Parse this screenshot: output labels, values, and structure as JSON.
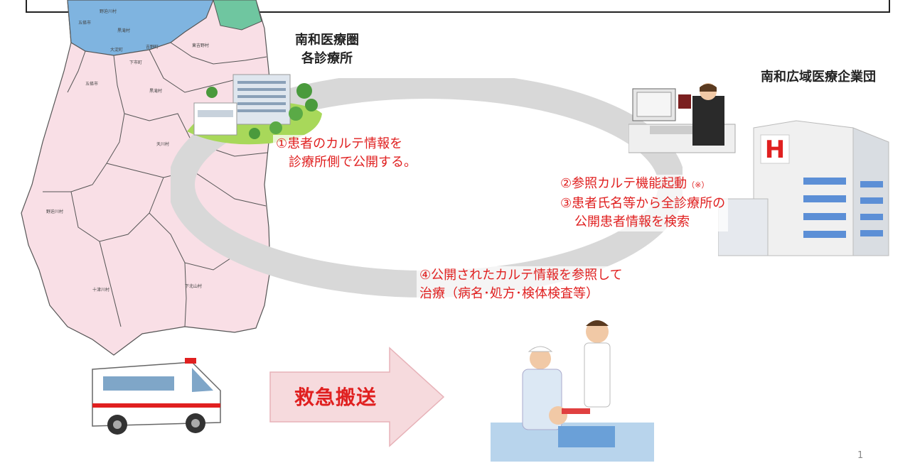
{
  "labels": {
    "clinics": [
      "南和医療圏",
      "各診療所"
    ],
    "enterprise": "南和広域医療企業団"
  },
  "steps": {
    "step1": [
      "①患者のカルテ情報を",
      "診療所側で公開する。"
    ],
    "step2": "②参照カルテ機能起動",
    "step2_note": "（※）",
    "step3": [
      "③患者氏名等から全診療所の",
      "公開患者情報を検索"
    ],
    "step4": [
      "④公開されたカルテ情報を参照して",
      "治療（病名･処方･検体検査等）"
    ]
  },
  "arrow_label": "救急搬送",
  "page_number": "1",
  "colors": {
    "map_pink": "#f9dfe6",
    "map_blue": "#7fb4e0",
    "map_green": "#6fc6a0",
    "text_red": "#e02020",
    "arrow_fill": "#f6dadd",
    "arrow_stroke": "#e7b2b8",
    "ring_gray": "#d8d8d8"
  },
  "icons": [
    "map-illustration",
    "clinic-building-illustration",
    "office-worker-illustration",
    "hospital-illustration",
    "ambulance-illustration",
    "medical-staff-illustration"
  ]
}
